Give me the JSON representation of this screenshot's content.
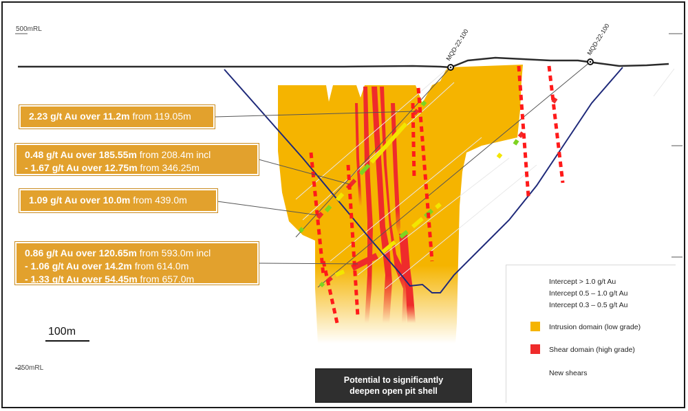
{
  "elevations": {
    "top": "500mRL",
    "bottom": "-250mRL"
  },
  "drill_holes": [
    {
      "id": "MQD-22-100"
    },
    {
      "id": "MQD-22-100"
    }
  ],
  "callouts": [
    {
      "lines": [
        {
          "bold": "2.23 g/t Au over 11.2m",
          "rest": " from 119.05m"
        }
      ]
    },
    {
      "lines": [
        {
          "bold": "0.48 g/t Au over 185.55m",
          "rest": " from 208.4m incl"
        },
        {
          "bold": "- 1.67 g/t Au over 12.75m",
          "rest": " from 346.25m"
        }
      ]
    },
    {
      "lines": [
        {
          "bold": "1.09 g/t Au over 10.0m",
          "rest": " from 439.0m"
        }
      ]
    },
    {
      "lines": [
        {
          "bold": "0.86 g/t Au over 120.65m",
          "rest": " from 593.0m incl"
        },
        {
          "bold": "- 1.06 g/t Au over 14.2m",
          "rest": " from 614.0m"
        },
        {
          "bold": "- 1.33 g/t Au over 54.45m",
          "rest": " from 657.0m"
        }
      ]
    }
  ],
  "scale": {
    "label": "100m"
  },
  "legend": {
    "items": [
      {
        "label": "Intercept > 1.0 g/t Au",
        "color": "#ef2b2b"
      },
      {
        "label": "Intercept 0.5 – 1.0 g/t Au",
        "color": "#f3e600"
      },
      {
        "label": "Intercept 0.3 – 0.5 g/t Au",
        "color": "#7ed321"
      },
      {
        "label": "Intrusion domain (low grade)",
        "color": "#f5b400"
      },
      {
        "label": "Shear domain (high grade)",
        "color": "#ef2b2b"
      },
      {
        "label": "New shears",
        "color": "#ff1a1a"
      }
    ]
  },
  "note": {
    "line1": "Potential to significantly",
    "line2": "deepen open pit shell"
  },
  "colors": {
    "intrusion": "#f5b400",
    "shear": "#ef2b2b",
    "pit_shell": "#1f2a7a",
    "callout": "#e2a12d"
  }
}
